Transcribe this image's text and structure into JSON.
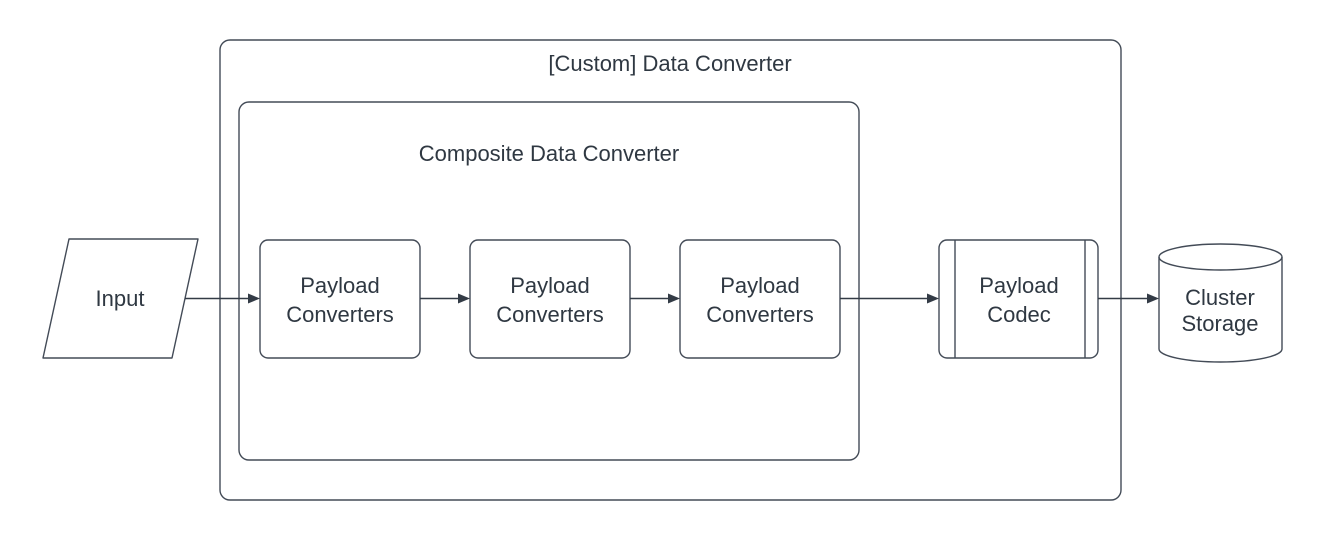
{
  "diagram": {
    "outer_container": {
      "title": "[Custom] Data Converter"
    },
    "composite_container": {
      "title": "Composite Data Converter"
    },
    "nodes": {
      "input": {
        "label": "Input",
        "shape": "parallelogram"
      },
      "payload_converters_1": {
        "lines": [
          "Payload",
          "Converters"
        ],
        "shape": "rounded-rectangle"
      },
      "payload_converters_2": {
        "lines": [
          "Payload",
          "Converters"
        ],
        "shape": "rounded-rectangle"
      },
      "payload_converters_3": {
        "lines": [
          "Payload",
          "Converters"
        ],
        "shape": "rounded-rectangle"
      },
      "payload_codec": {
        "lines": [
          "Payload",
          "Codec"
        ],
        "shape": "predefined-process"
      },
      "cluster_storage": {
        "lines": [
          "Cluster",
          "Storage"
        ],
        "shape": "cylinder"
      }
    },
    "colors": {
      "background": "#ffffff",
      "shape_stroke": "#434b57",
      "arrow": "#333b46",
      "text": "#2f3842"
    }
  }
}
